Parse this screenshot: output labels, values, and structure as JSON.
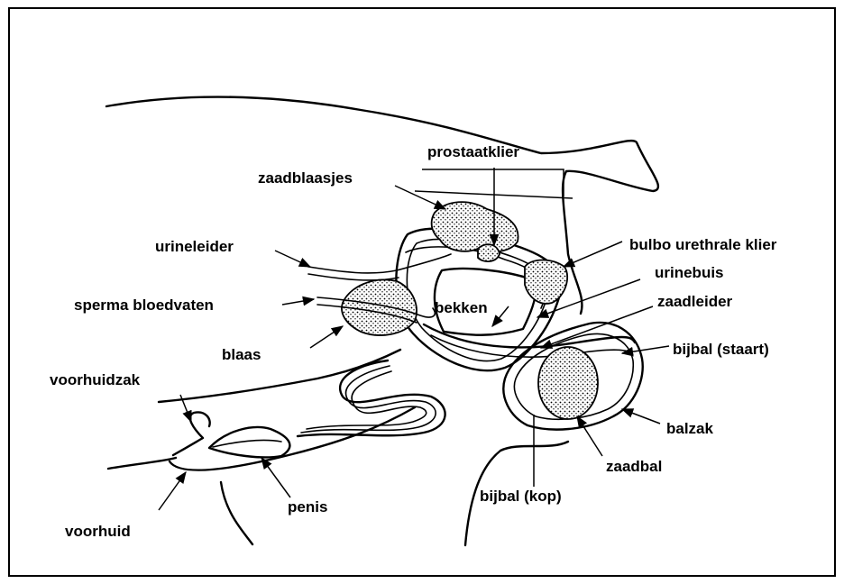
{
  "labels": {
    "prostaatklier": "prostaatklier",
    "zaadblaasjes": "zaadblaasjes",
    "urineleider": "urineleider",
    "bulbo_urethrale_klier": "bulbo urethrale klier",
    "urinebuis": "urinebuis",
    "sperma_bloedvaten": "sperma bloedvaten",
    "bekken": "bekken",
    "zaadleider": "zaadleider",
    "blaas": "blaas",
    "bijbal_staart": "bijbal (staart)",
    "voorhuidzak": "voorhuidzak",
    "balzak": "balzak",
    "zaadbal": "zaadbal",
    "penis": "penis",
    "bijbal_kop": "bijbal (kop)",
    "voorhuid": "voorhuid"
  },
  "colors": {
    "line": "#000000",
    "background": "#ffffff"
  }
}
